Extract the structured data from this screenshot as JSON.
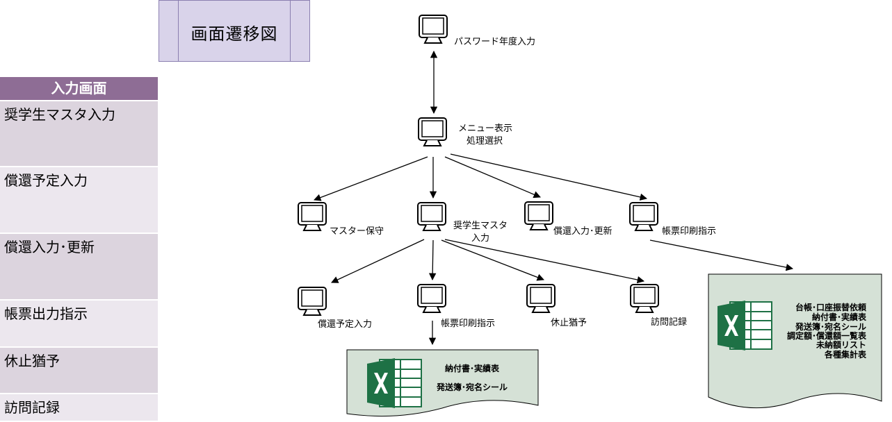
{
  "title": "画面遷移図",
  "side_panel": {
    "header": "入力画面",
    "items": [
      "奨学生マスタ入力",
      "償還予定入力",
      "償還入力･更新",
      "帳票出力指示",
      "休止猶予",
      "訪問記録"
    ]
  },
  "nodes": {
    "password": "パスワード年度入力",
    "menu_line1": "メニュー表示",
    "menu_line2": "処理選択",
    "master": "マスター保守",
    "scholar_line1": "奨学生マスタ",
    "scholar_line2": "入力",
    "repay_input": "償還入力･更新",
    "ledger_print": "帳票印刷指示",
    "repay_plan": "償還予定入力",
    "ledger_print_sub": "帳票印刷指示",
    "suspend": "休止猶予",
    "visit": "訪問記録"
  },
  "documents": {
    "left": [
      "納付書･実績表",
      "発送簿･宛名シール"
    ],
    "right": [
      "台帳･口座振替依頼",
      "納付書･実績表",
      "発送簿･宛名シール",
      "調定額･償還額一覧表",
      "未納額リスト",
      "各種集計表"
    ]
  },
  "colors": {
    "title_bg": "#d9d3ea",
    "panel_header": "#8e6d95",
    "row_dark": "#dcd4de",
    "row_light": "#ece7ee",
    "doc_fill": "#d5e1d6",
    "excel_green": "#1e7145"
  }
}
